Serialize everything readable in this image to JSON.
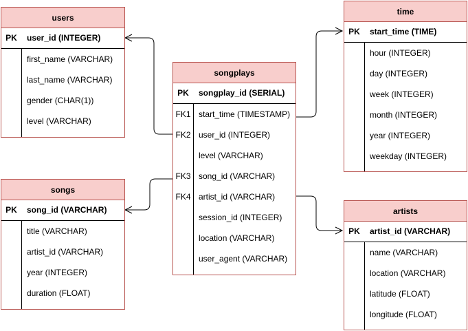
{
  "tables": {
    "users": {
      "name": "users",
      "pk": {
        "key": "PK",
        "field": "user_id (INTEGER)"
      },
      "fields": [
        "first_name (VARCHAR)",
        "last_name (VARCHAR)",
        "gender (CHAR(1))",
        "level (VARCHAR)"
      ]
    },
    "songs": {
      "name": "songs",
      "pk": {
        "key": "PK",
        "field": "song_id (VARCHAR)"
      },
      "fields": [
        "title (VARCHAR)",
        "artist_id (VARCHAR)",
        "year (INTEGER)",
        "duration (FLOAT)"
      ]
    },
    "songplays": {
      "name": "songplays",
      "pk": {
        "key": "PK",
        "field": "songplay_id (SERIAL)"
      },
      "fields": [
        {
          "key": "FK1",
          "field": "start_time (TIMESTAMP)"
        },
        {
          "key": "FK2",
          "field": "user_id (INTEGER)"
        },
        {
          "key": "",
          "field": "level (VARCHAR)"
        },
        {
          "key": "FK3",
          "field": "song_id (VARCHAR)"
        },
        {
          "key": "FK4",
          "field": "artist_id (VARCHAR)"
        },
        {
          "key": "",
          "field": "session_id (INTEGER)"
        },
        {
          "key": "",
          "field": "location (VARCHAR)"
        },
        {
          "key": "",
          "field": "user_agent (VARCHAR)"
        }
      ]
    },
    "time": {
      "name": "time",
      "pk": {
        "key": "PK",
        "field": "start_time (TIME)"
      },
      "fields": [
        "hour (INTEGER)",
        "day (INTEGER)",
        "week (INTEGER)",
        "month (INTEGER)",
        "year (INTEGER)",
        "weekday (INTEGER)"
      ]
    },
    "artists": {
      "name": "artists",
      "pk": {
        "key": "PK",
        "field": "artist_id (VARCHAR)"
      },
      "fields": [
        "name (VARCHAR)",
        "location (VARCHAR)",
        "latitude (FLOAT)",
        "longitude (FLOAT)"
      ]
    }
  },
  "relations": [
    {
      "from": "songplays.start_time",
      "to": "time.start_time"
    },
    {
      "from": "songplays.user_id",
      "to": "users.user_id"
    },
    {
      "from": "songplays.song_id",
      "to": "songs.song_id"
    },
    {
      "from": "songplays.artist_id",
      "to": "artists.artist_id"
    }
  ],
  "colors": {
    "header_fill": "#f8cecc",
    "border": "#b85450",
    "line": "#000000"
  }
}
